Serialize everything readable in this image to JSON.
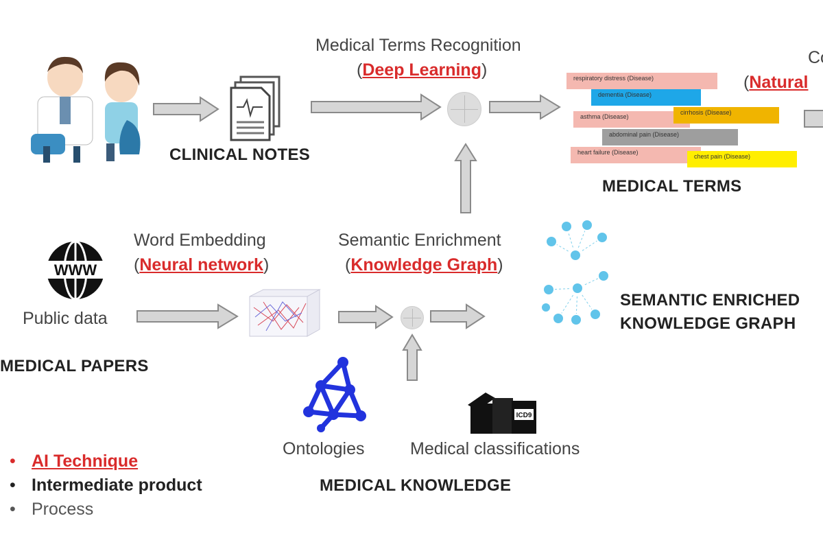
{
  "top_row": {
    "recognition_title": "Medical Terms Recognition",
    "recognition_tech": "Deep Learning",
    "clinical_notes": "CLINICAL NOTES",
    "medical_terms": "MEDICAL TERMS",
    "cut_title": "Co",
    "cut_tech": "Natural"
  },
  "terms": [
    {
      "text": "respiratory distress (Disease)",
      "color": "#f4b8b0"
    },
    {
      "text": "dementia (Disease)",
      "color": "#1ea7e8"
    },
    {
      "text": "asthma (Disease)",
      "color": "#f4b8b0"
    },
    {
      "text": "cirrhosis (Disease)",
      "color": "#f0b400"
    },
    {
      "text": "abdominal pain (Disease)",
      "color": "#9e9e9e"
    },
    {
      "text": "heart failure (Disease)",
      "color": "#f4b8b0"
    },
    {
      "text": "chest pain (Disease)",
      "color": "#ffee00"
    }
  ],
  "middle_row": {
    "embedding_title": "Word Embedding",
    "embedding_tech": "Neural network",
    "enrichment_title": "Semantic Enrichment",
    "enrichment_tech": "Knowledge Graph",
    "public_data": "Public data",
    "www": "WWW",
    "medical_papers": "MEDICAL PAPERS",
    "kg_line1": "SEMANTIC ENRICHED",
    "kg_line2": "KNOWLEDGE GRAPH"
  },
  "bottom_row": {
    "ontologies": "Ontologies",
    "classifications": "Medical  classifications",
    "icd_label": "ICD9",
    "medical_knowledge": "MEDICAL KNOWLEDGE"
  },
  "legend": {
    "ai_technique": "AI Technique",
    "intermediate": "Intermediate product",
    "process": "Process",
    "colors": {
      "ai": "#d92b2b",
      "intermediate": "#222222",
      "process": "#555555"
    }
  }
}
